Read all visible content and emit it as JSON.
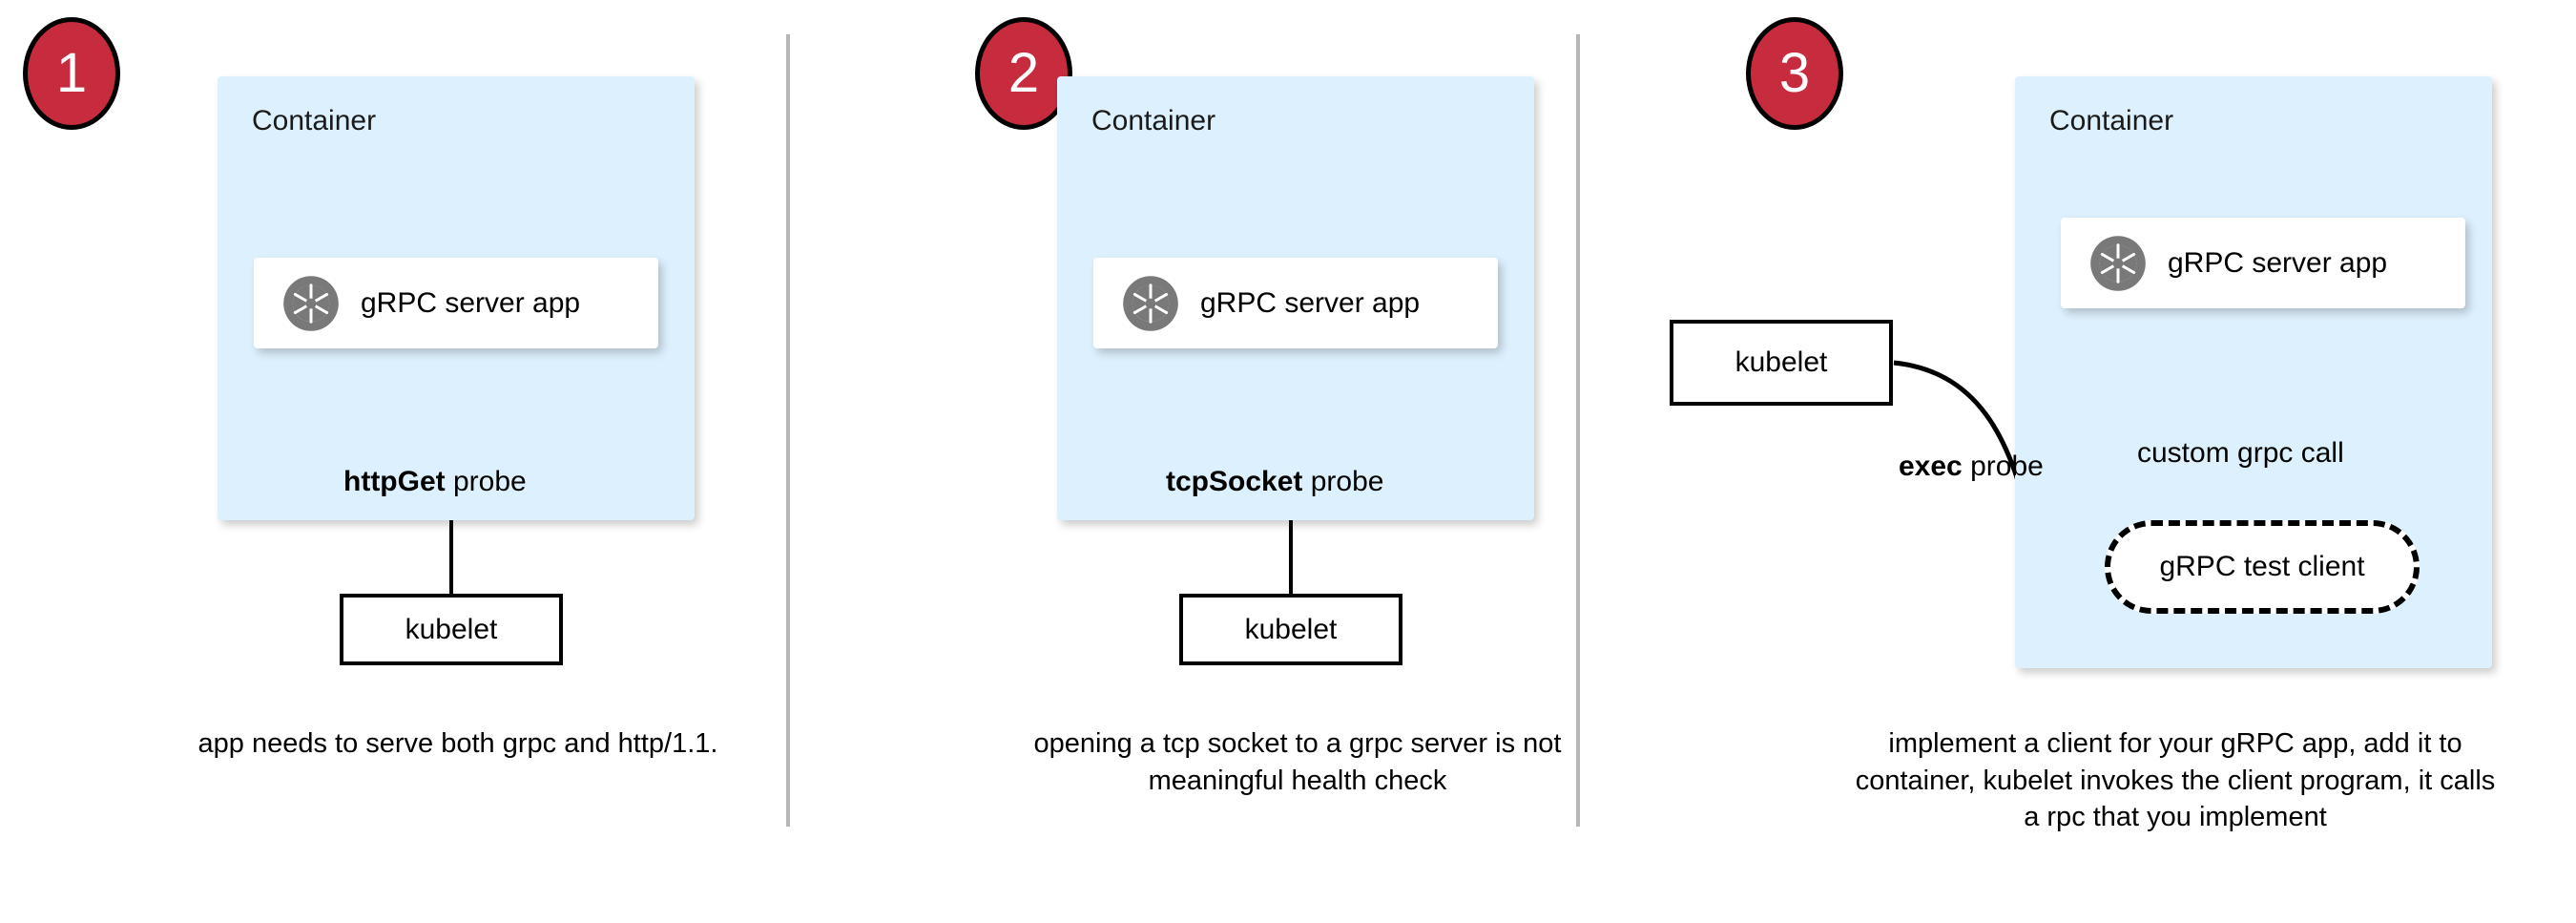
{
  "diagram": {
    "title": "gRPC health probe options",
    "colors": {
      "badge_fill": "#c62b3e",
      "badge_border": "#000000",
      "badge_text": "#ffffff",
      "container_fill": "#ddf0fd",
      "card_fill": "#ffffff",
      "stroke": "#000000",
      "separator": "#b7b7b7",
      "grpc_icon": "#797979"
    }
  },
  "panels": [
    {
      "badge": "1",
      "container_label": "Container",
      "app_label": "gRPC server app",
      "app_icon": "grpc-logo-icon",
      "probe_name": "httpGet",
      "probe_suffix": " probe",
      "kubelet_label": "kubelet",
      "caption": "app needs to serve both grpc and http/1.1."
    },
    {
      "badge": "2",
      "container_label": "Container",
      "app_label": "gRPC server app",
      "app_icon": "grpc-logo-icon",
      "probe_name": "tcpSocket",
      "probe_suffix": " probe",
      "kubelet_label": "kubelet",
      "caption": "opening a tcp socket to a grpc server is not meaningful health check"
    },
    {
      "badge": "3",
      "container_label": "Container",
      "app_label": "gRPC server app",
      "app_icon": "grpc-logo-icon",
      "probe_name": "exec",
      "probe_suffix": " probe",
      "kubelet_label": "kubelet",
      "test_client_label": "gRPC test client",
      "call_label": "custom grpc call",
      "caption": "implement a client for your gRPC app, add it to container, kubelet invokes the client program, it calls a rpc that you implement"
    }
  ]
}
